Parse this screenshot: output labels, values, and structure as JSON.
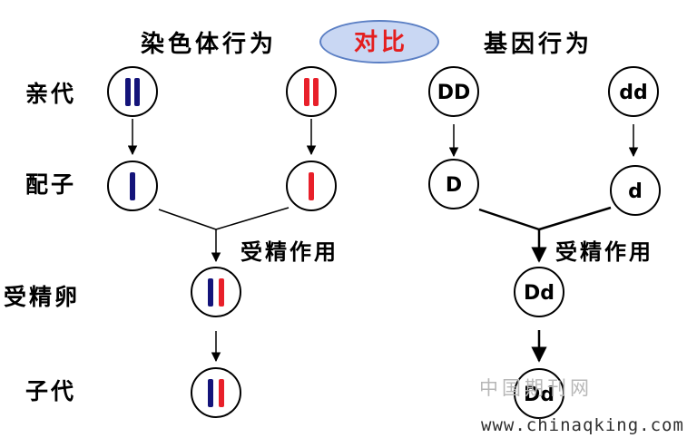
{
  "headings": {
    "chromosome": "染色体行为",
    "compare": "对比",
    "gene": "基因行为"
  },
  "rows": {
    "parent": "亲代",
    "gamete": "配子",
    "zygote": "受精卵",
    "offspring": "子代"
  },
  "fertilization": {
    "left": "受精作用",
    "right": "受精作用"
  },
  "genes": {
    "parent_left": "DD",
    "parent_right": "dd",
    "gamete_left": "D",
    "gamete_right": "d",
    "zygote": "Dd",
    "offspring": "Dd"
  },
  "colors": {
    "maternal_chromosome": "#14147a",
    "paternal_chromosome": "#e8202a",
    "compare_oval_fill": "#c9d7f3",
    "compare_text": "#e41e1e"
  },
  "watermark": {
    "site_cn": "中国期刊网",
    "url": "www.chinaqking.com"
  }
}
